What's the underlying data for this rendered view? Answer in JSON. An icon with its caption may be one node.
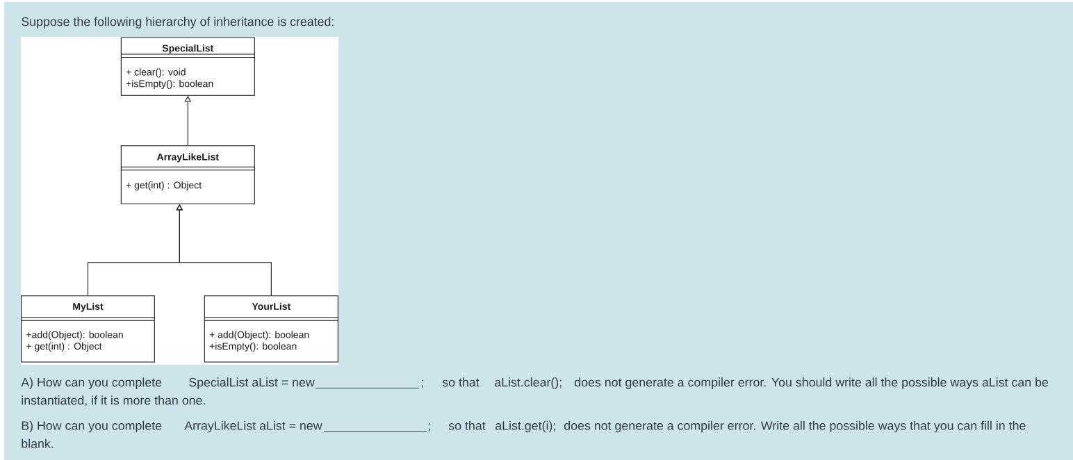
{
  "diagram": {
    "nodes": [
      {
        "text": [
          "SpecialList",
          "+ clear(): void",
          "+isEmpty(): boolean"
        ]
      },
      {
        "text": [
          "ArrayLikeList",
          "+ get(int) : Object"
        ]
      },
      {
        "text": [
          "MyList",
          "+add(Object): boolean",
          "+ get(int) : Object"
        ]
      },
      {
        "text": [
          "YourList",
          "+ add(Object): boolean",
          "+isEmpty(): boolean"
        ]
      }
    ],
    "edges": [
      {
        "from": 1,
        "to": 0,
        "arrow": "to"
      },
      {
        "from": 2,
        "to": 1,
        "arrow": "to"
      },
      {
        "from": 3,
        "to": 1,
        "arrow": "to"
      }
    ],
    "labels": [
      "Suppose the following hierarchy of inheritance is created:",
      "A) How can you complete",
      "SpecialList aList = new",
      ";",
      "so that",
      "aList.clear();",
      "does not generate a compiler error. You should write all the possible ways aList can be",
      "instantiated, if it is more than one.",
      "B) How can you complete",
      "ArrayLikeList aList = new",
      ";",
      "so that",
      "aList.get(i);",
      "does not generate a compiler error. Write all the possible ways that you can fill in the",
      "blank."
    ]
  }
}
